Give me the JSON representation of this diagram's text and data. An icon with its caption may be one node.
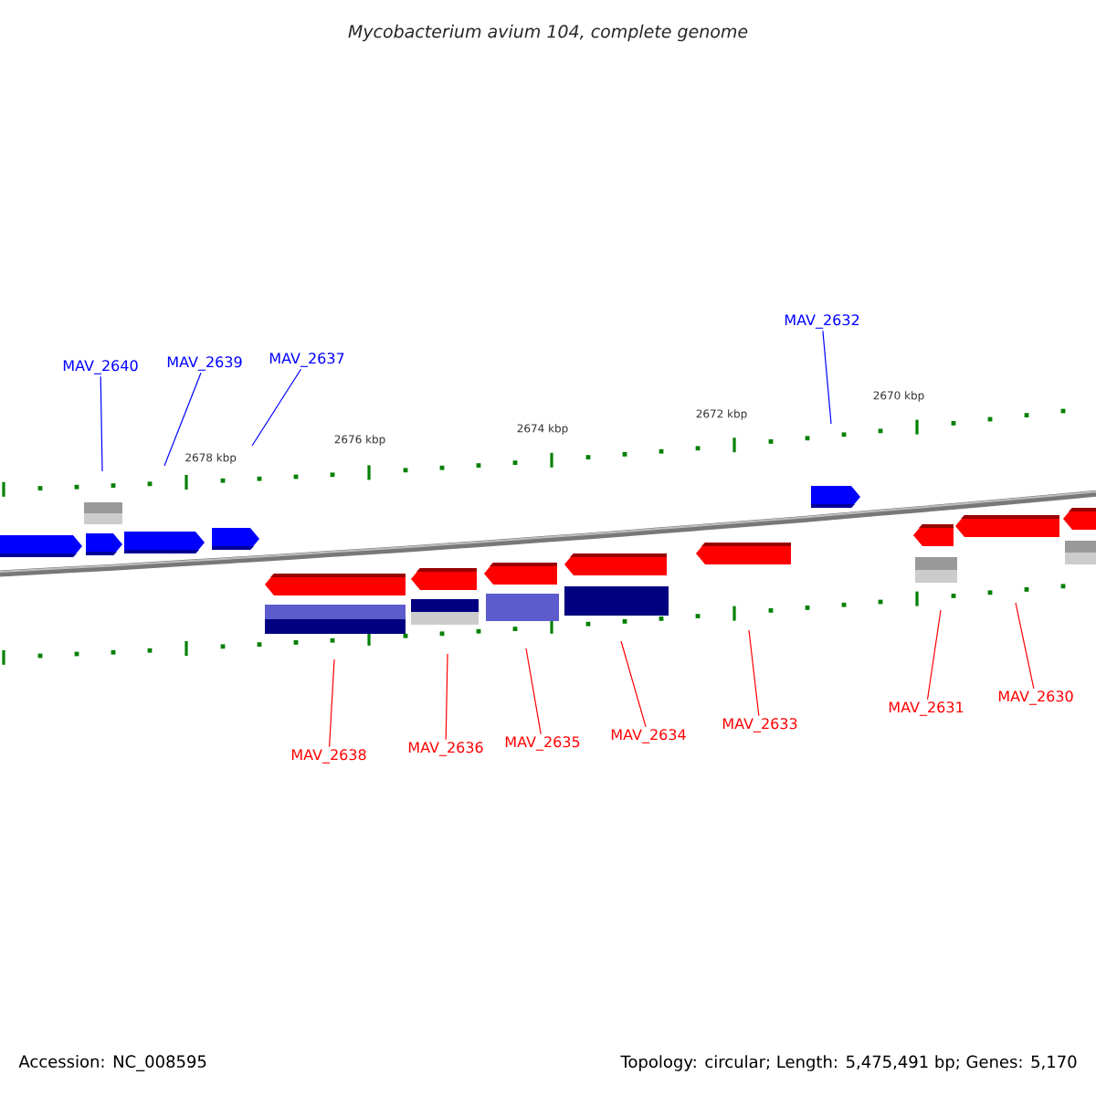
{
  "diagram": {
    "title": "*Mycobacterium avium* 104, complete genome",
    "nodes": [
      {
        "text": [
          "MAV_2640"
        ]
      },
      {
        "text": [
          "MAV_2639"
        ]
      },
      {
        "text": [
          "MAV_2637"
        ]
      },
      {
        "text": [
          "MAV_2632"
        ]
      },
      {
        "text": [
          "MAV_2638"
        ]
      },
      {
        "text": [
          "MAV_2636"
        ]
      },
      {
        "text": [
          "MAV_2635"
        ]
      },
      {
        "text": [
          "MAV_2634"
        ]
      },
      {
        "text": [
          "MAV_2633"
        ]
      },
      {
        "text": [
          "MAV_2631"
        ]
      },
      {
        "text": [
          "MAV_2630"
        ]
      }
    ],
    "edges": [
      {
        "from": 0,
        "to": null,
        "arrow": "none",
        "color": "#0000ff"
      },
      {
        "from": 1,
        "to": null,
        "arrow": "none",
        "color": "#0000ff"
      },
      {
        "from": 2,
        "to": null,
        "arrow": "none",
        "color": "#0000ff"
      },
      {
        "from": 3,
        "to": null,
        "arrow": "none",
        "color": "#0000ff"
      },
      {
        "from": 4,
        "to": null,
        "arrow": "none"
      },
      {
        "from": 5,
        "to": null,
        "arrow": "none"
      },
      {
        "from": 6,
        "to": null,
        "arrow": "none"
      },
      {
        "from": 7,
        "to": null,
        "arrow": "none"
      },
      {
        "from": 8,
        "to": null,
        "arrow": "none"
      },
      {
        "from": 9,
        "to": null,
        "arrow": "none"
      },
      {
        "from": 10,
        "to": null,
        "arrow": "none"
      }
    ],
    "labels": [
      "2678 kbp",
      "2676 kbp",
      "2674 kbp",
      "2672 kbp",
      "2670 kbp",
      "Accession: NC_008595",
      "Topology: circular; Length: 5,475,491 bp; Genes: 5,170"
    ]
  }
}
